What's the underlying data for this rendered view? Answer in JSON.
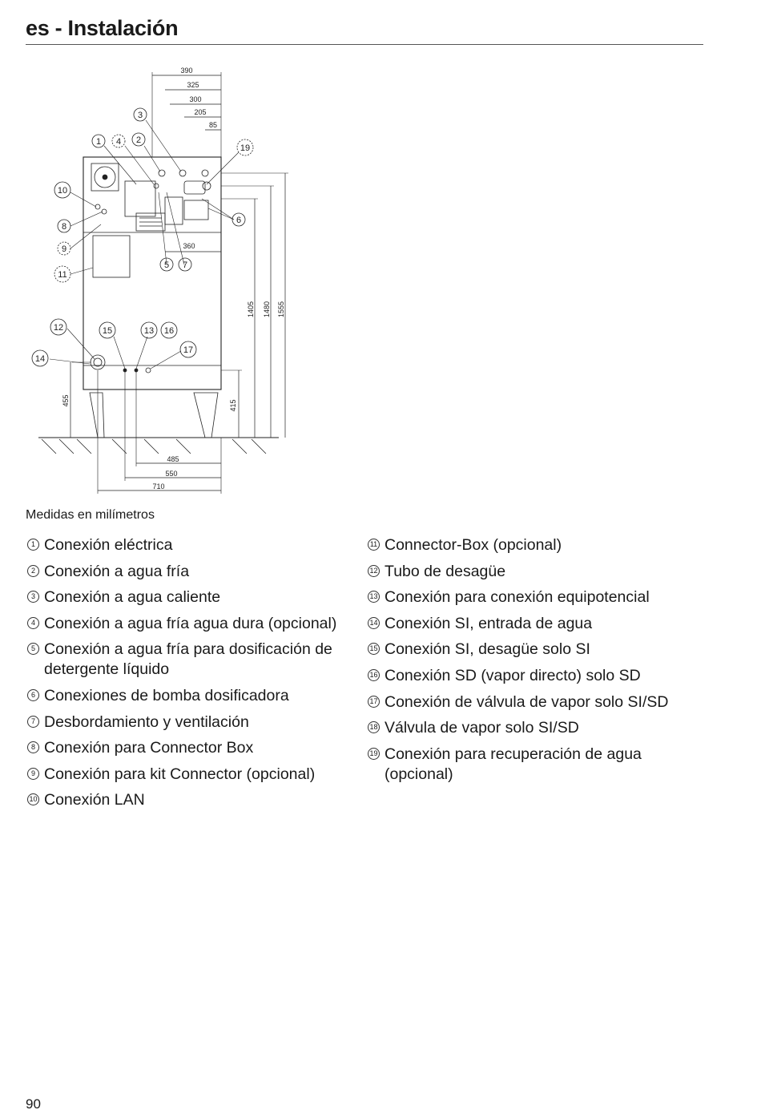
{
  "header": {
    "title": "es - Instalación"
  },
  "diagram": {
    "dims_top": [
      "390",
      "325",
      "300",
      "205",
      "85"
    ],
    "dim_360": "360",
    "dims_vertical": [
      "1405",
      "1480",
      "1555"
    ],
    "dim_455": "455",
    "dim_415": "415",
    "dims_bottom": [
      "485",
      "550",
      "710"
    ],
    "callouts": [
      "1",
      "2",
      "3",
      "4",
      "5",
      "6",
      "7",
      "8",
      "9",
      "10",
      "11",
      "12",
      "13",
      "14",
      "15",
      "16",
      "17",
      "19"
    ]
  },
  "caption": "Medidas en milímetros",
  "legend_left": [
    {
      "num": "1",
      "text": "Conexión eléctrica"
    },
    {
      "num": "2",
      "text": "Conexión a agua fría"
    },
    {
      "num": "3",
      "text": "Conexión a agua caliente"
    },
    {
      "num": "4",
      "text": "Conexión a agua fría agua dura (opcional)"
    },
    {
      "num": "5",
      "text": "Conexión a agua fría para dosificación de detergente líquido"
    },
    {
      "num": "6",
      "text": "Conexiones de bomba dosificadora"
    },
    {
      "num": "7",
      "text": "Desbordamiento y ventilación"
    },
    {
      "num": "8",
      "text": "Conexión para Connector Box"
    },
    {
      "num": "9",
      "text": "Conexión para kit Connector (opcional)"
    },
    {
      "num": "10",
      "text": "Conexión LAN"
    }
  ],
  "legend_right": [
    {
      "num": "11",
      "text": "Connector-Box (opcional)"
    },
    {
      "num": "12",
      "text": "Tubo de desagüe"
    },
    {
      "num": "13",
      "text": "Conexión para conexión equipotencial"
    },
    {
      "num": "14",
      "text": "Conexión SI, entrada de agua"
    },
    {
      "num": "15",
      "text": "Conexión SI, desagüe solo SI"
    },
    {
      "num": "16",
      "text": "Conexión SD (vapor directo) solo SD"
    },
    {
      "num": "17",
      "text": "Conexión de válvula de vapor solo SI/SD"
    },
    {
      "num": "18",
      "text": "Válvula de vapor solo SI/SD"
    },
    {
      "num": "19",
      "text": "Conexión para recuperación de agua (opcional)"
    }
  ],
  "page_number": "90"
}
